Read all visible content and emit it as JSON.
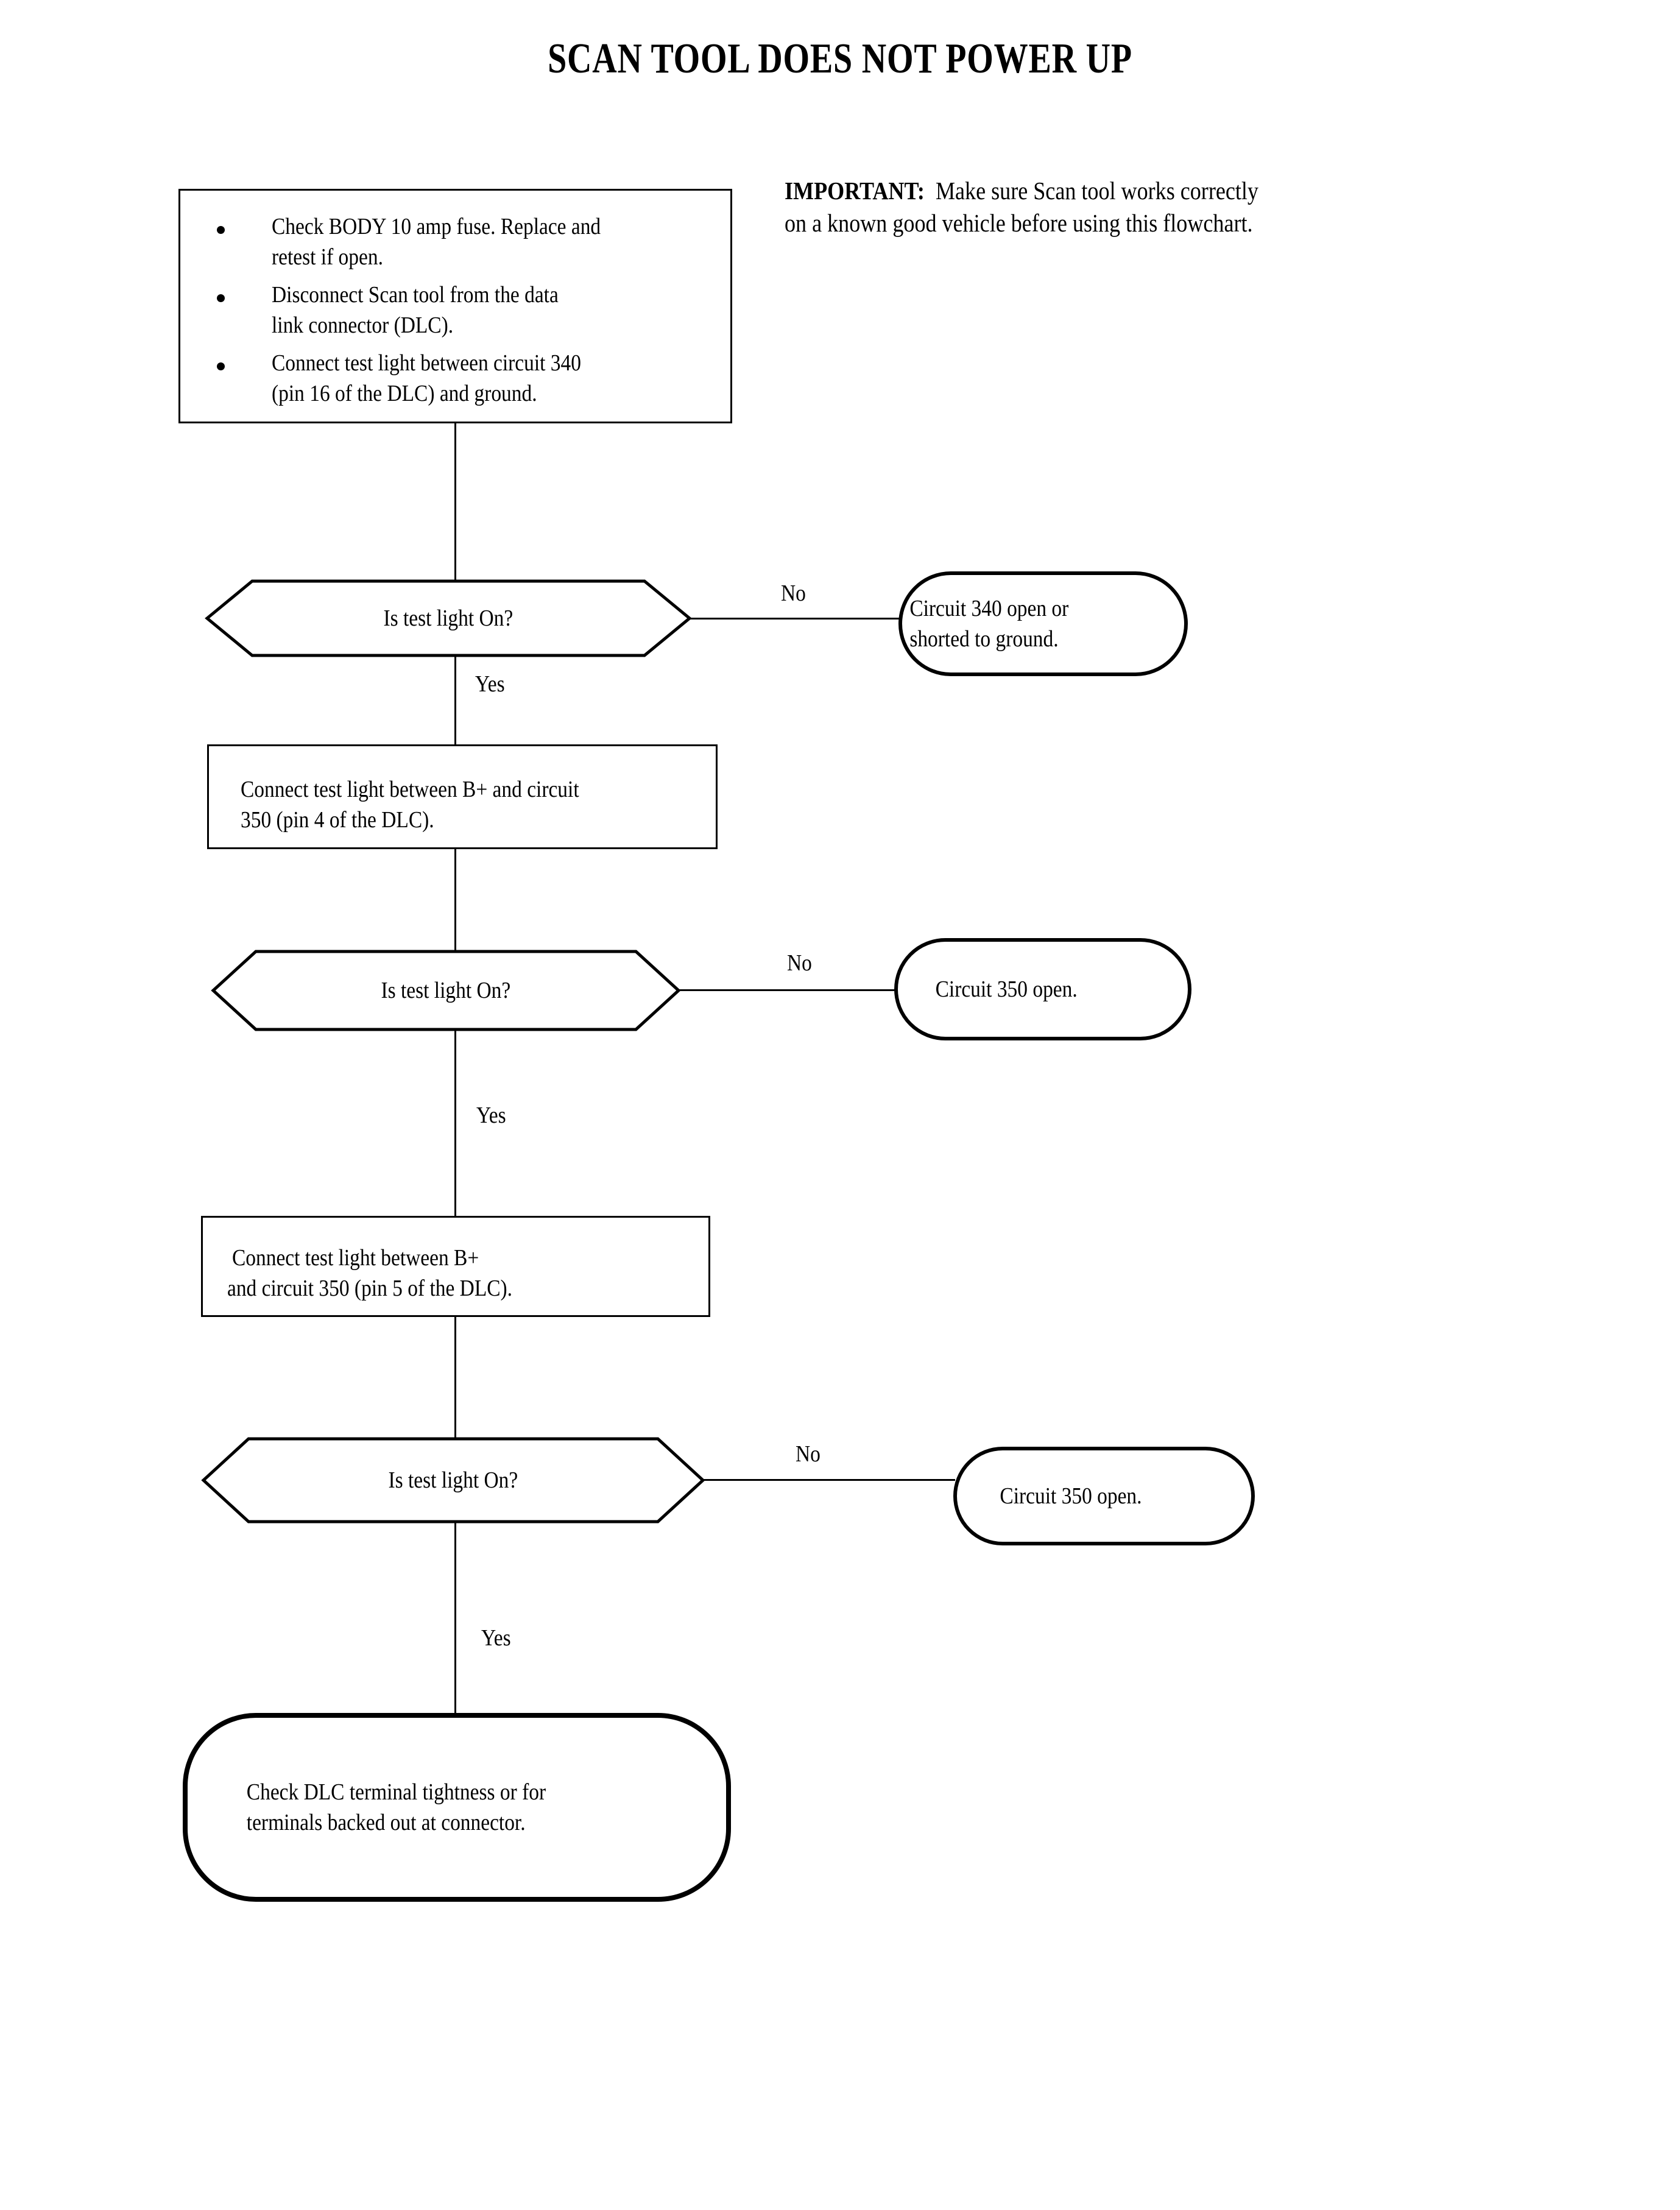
{
  "document": {
    "title": "SCAN TOOL DOES NOT POWER UP"
  },
  "important_note": {
    "lead": "IMPORTANT:",
    "line1": "Make sure Scan tool works correctly",
    "line2": "on a known good vehicle before using this flowchart."
  },
  "colors": {
    "ink": "#000000",
    "paper": "#ffffff"
  },
  "chart_data": {
    "type": "flowchart",
    "title": "SCAN TOOL DOES NOT POWER UP",
    "orientation": "top-to-bottom",
    "nodes": [
      {
        "id": "preliminary-checks",
        "shape": "process",
        "bullets": [
          "Check BODY 10 amp fuse.  Replace and",
          "retest if open.",
          "Disconnect Scan tool from the data",
          "link connector (DLC).",
          "Connect test light between circuit 340",
          "(pin 16 of the DLC) and ground."
        ]
      },
      {
        "id": "decision-1",
        "shape": "decision",
        "text": "Is test light On?"
      },
      {
        "id": "terminator-1",
        "shape": "terminator",
        "line1": "Circuit 340 open or",
        "line2": "shorted to ground."
      },
      {
        "id": "process-2",
        "shape": "process",
        "line1": "Connect test light between B+ and circuit",
        "line2": "350 (pin 4 of the DLC)."
      },
      {
        "id": "decision-2",
        "shape": "decision",
        "text": "Is test light On?"
      },
      {
        "id": "terminator-2",
        "shape": "terminator",
        "line1": "Circuit 350 open.",
        "line2": ""
      },
      {
        "id": "process-3",
        "shape": "process",
        "line1": "Connect test light between B+",
        "line2": "and circuit 350 (pin 5 of the DLC)."
      },
      {
        "id": "decision-3",
        "shape": "decision",
        "text": "Is test light On?"
      },
      {
        "id": "terminator-3",
        "shape": "terminator",
        "line1": "Circuit 350 open.",
        "line2": ""
      },
      {
        "id": "terminator-final",
        "shape": "terminator",
        "line1": "Check DLC terminal tightness or for",
        "line2": "terminals backed out at connector."
      }
    ],
    "edges": [
      {
        "from": "preliminary-checks",
        "to": "decision-1",
        "label": ""
      },
      {
        "from": "decision-1",
        "to": "terminator-1",
        "label": "No"
      },
      {
        "from": "decision-1",
        "to": "process-2",
        "label": "Yes"
      },
      {
        "from": "process-2",
        "to": "decision-2",
        "label": ""
      },
      {
        "from": "decision-2",
        "to": "terminator-2",
        "label": "No"
      },
      {
        "from": "decision-2",
        "to": "process-3",
        "label": "Yes"
      },
      {
        "from": "process-3",
        "to": "decision-3",
        "label": ""
      },
      {
        "from": "decision-3",
        "to": "terminator-3",
        "label": "No"
      },
      {
        "from": "decision-3",
        "to": "terminator-final",
        "label": "Yes"
      }
    ]
  },
  "flow": {
    "box1": {
      "b1l1": "Check BODY 10 amp fuse.  Replace and",
      "b1l2": "retest if open.",
      "b2l1": "Disconnect Scan tool from the data",
      "b2l2": "link connector (DLC).",
      "b3l1": "Connect test light between circuit 340",
      "b3l2": "(pin 16 of the DLC) and ground."
    },
    "decision1": {
      "text": "Is test light On?"
    },
    "term1": {
      "line1": "Circuit 340 open or",
      "line2": "shorted to ground."
    },
    "label_no1": "No",
    "label_yes1": "Yes",
    "box2": {
      "line1": "Connect test light between B+ and circuit",
      "line2": "350 (pin 4 of the DLC)."
    },
    "decision2": {
      "text": "Is test light On?"
    },
    "term2": {
      "line1": "Circuit 350 open."
    },
    "label_no2": "No",
    "label_yes2": "Yes",
    "box3": {
      "line1": "Connect test light between B+",
      "line2": "and circuit 350 (pin 5 of the DLC)."
    },
    "decision3": {
      "text": "Is test light On?"
    },
    "term3": {
      "line1": "Circuit 350 open."
    },
    "label_no3": "No",
    "label_yes3": "Yes",
    "termfinal": {
      "line1": "Check DLC terminal tightness or for",
      "line2": "terminals backed out at connector."
    }
  }
}
